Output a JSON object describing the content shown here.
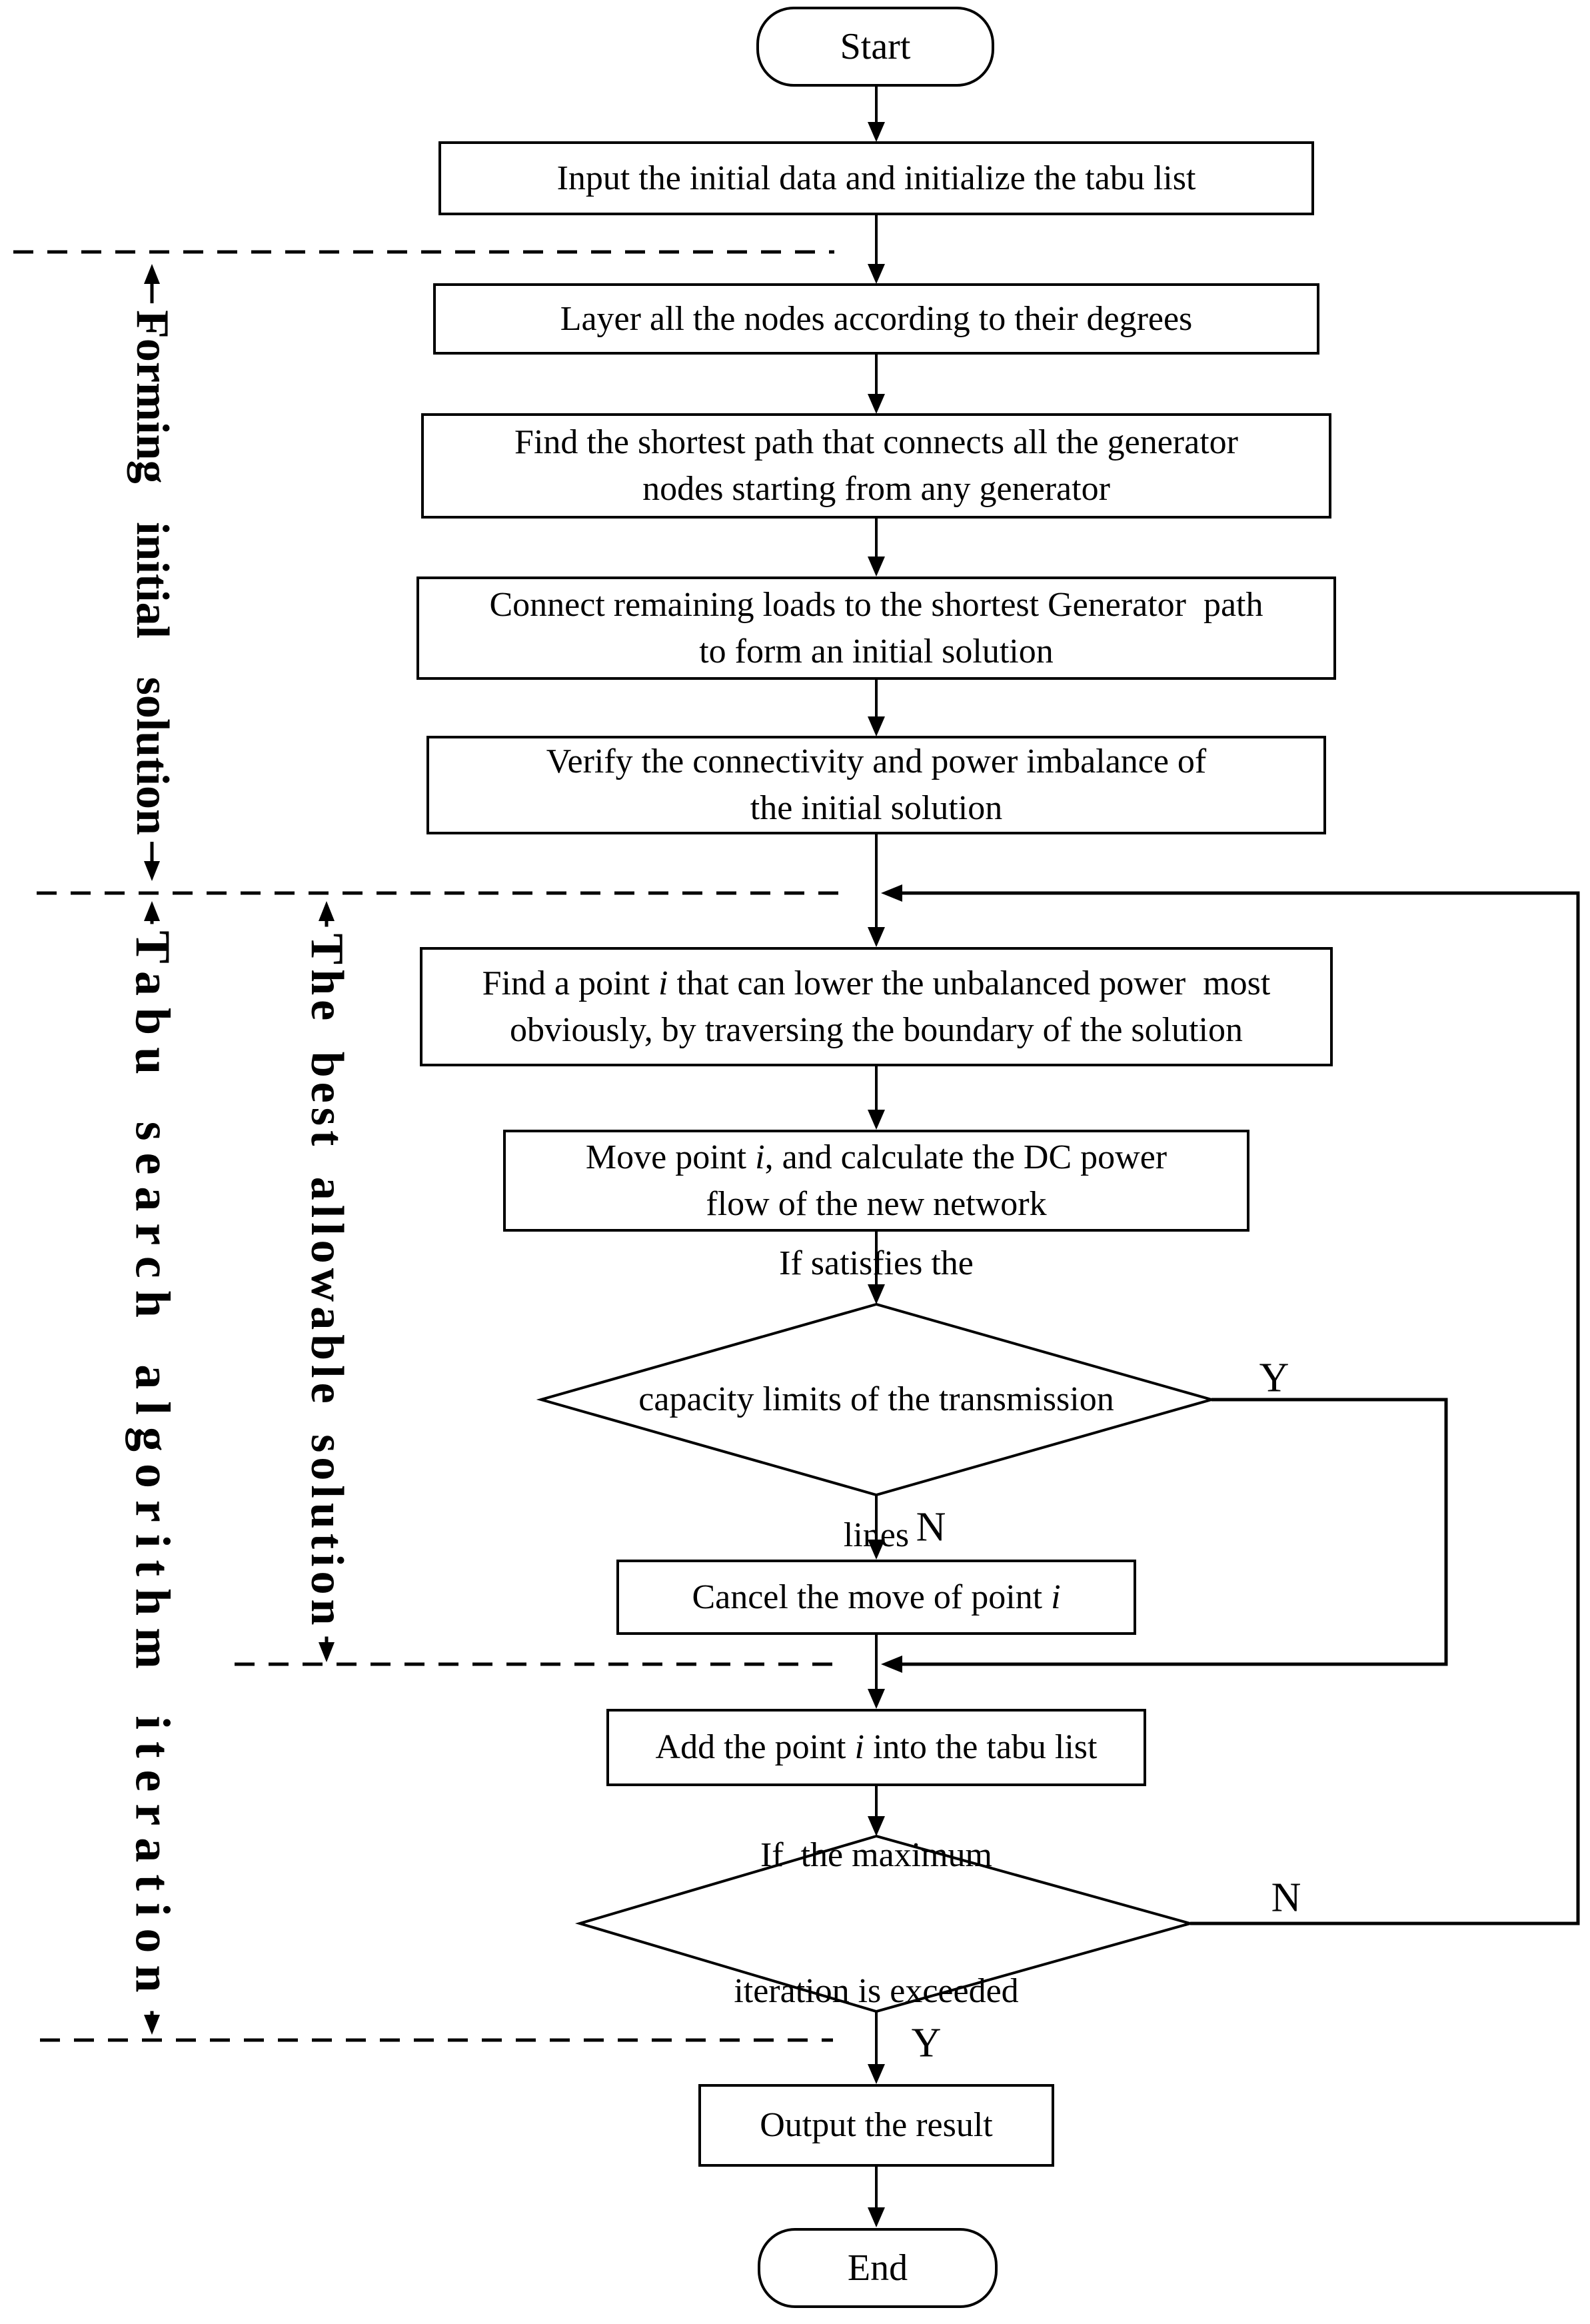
{
  "colors": {
    "ink": "#000000",
    "background": "#ffffff"
  },
  "terminals": {
    "start": "Start",
    "end": "End"
  },
  "steps": {
    "input": {
      "l1": "Input the initial data and initialize the tabu list"
    },
    "layer": {
      "l1": "Layer all the nodes according to their degrees"
    },
    "shortest": {
      "l1": "Find the shortest path that connects all the generator",
      "l2": "nodes starting from any generator"
    },
    "connect": {
      "l1": "Connect remaining loads to the shortest Generator  path",
      "l2": "to form an initial solution"
    },
    "verify": {
      "l1": "Verify the connectivity and power imbalance of",
      "l2": "the initial solution"
    },
    "find_point": {
      "l1_pre": "Find a point ",
      "l1_var": "i",
      "l1_post": " that can lower the unbalanced power  most",
      "l2": "obviously, by traversing the boundary of the solution"
    },
    "move_point": {
      "l1_pre": "Move point ",
      "l1_var": "i",
      "l1_post": ", and calculate the DC power",
      "l2": "flow of the new network"
    },
    "cancel_move": {
      "pre": "Cancel the move of point ",
      "var": "i",
      "post": ""
    },
    "add_tabu": {
      "pre": "Add the point ",
      "var": "i",
      "post": " into the tabu list"
    },
    "output": {
      "l1": "Output the result"
    }
  },
  "decisions": {
    "capacity": {
      "l1": "If satisfies the",
      "l2": "capacity limits of the transmission",
      "l3": "lines",
      "yes": "Y",
      "no": "N"
    },
    "iteration": {
      "l1": "If  the maximum",
      "l2": "iteration is exceeded",
      "yes": "Y",
      "no": "N"
    }
  },
  "phases": {
    "forming": "Forming initial solution",
    "tabu": "Tabu search algorithm iteration",
    "best": "The best allowable solution"
  }
}
